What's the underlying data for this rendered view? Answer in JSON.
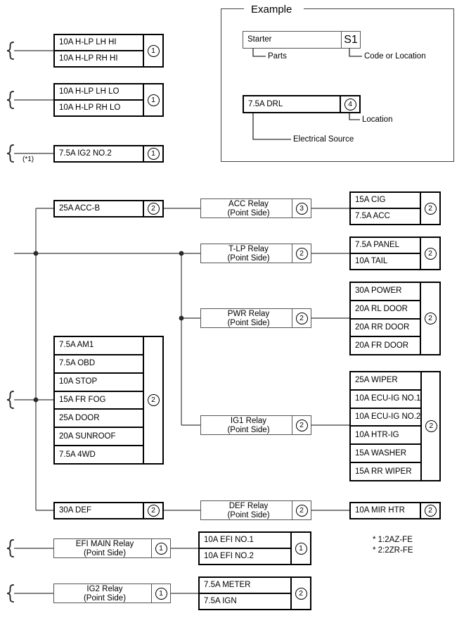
{
  "example": {
    "title": "Example",
    "parts_box": {
      "name": "Starter",
      "code": "S1"
    },
    "parts_label": "Parts",
    "code_label": "Code or Location",
    "source_box": {
      "name": "7.5A DRL",
      "code": "4"
    },
    "location_label": "Location",
    "source_label": "Electrical Source"
  },
  "top_groups": [
    {
      "id": "hlp-hi",
      "code": "1",
      "fuses": [
        "10A H-LP LH HI",
        "10A H-LP RH HI"
      ]
    },
    {
      "id": "hlp-lo",
      "code": "1",
      "fuses": [
        "10A H-LP LH LO",
        "10A H-LP RH LO"
      ]
    },
    {
      "id": "ig2-no2",
      "code": "1",
      "annotation": "(*1)",
      "fuses": [
        "7.5A IG2 NO.2"
      ]
    }
  ],
  "main": {
    "source_blocks": [
      {
        "id": "acc-b",
        "code": "2",
        "fuses": [
          "25A ACC-B"
        ]
      },
      {
        "id": "am1-group",
        "code": "2",
        "fuses": [
          "7.5A AM1",
          "7.5A OBD",
          "10A STOP",
          "15A FR FOG",
          "25A DOOR",
          "20A SUNROOF",
          "7.5A 4WD"
        ]
      },
      {
        "id": "def",
        "code": "2",
        "fuses": [
          "30A DEF"
        ]
      }
    ],
    "relays": [
      {
        "id": "acc-relay",
        "name": "ACC Relay",
        "sub": "(Point Side)",
        "code": "3"
      },
      {
        "id": "tlp-relay",
        "name": "T-LP Relay",
        "sub": "(Point Side)",
        "code": "2"
      },
      {
        "id": "pwr-relay",
        "name": "PWR Relay",
        "sub": "(Point Side)",
        "code": "2"
      },
      {
        "id": "ig1-relay",
        "name": "IG1 Relay",
        "sub": "(Point Side)",
        "code": "2"
      },
      {
        "id": "def-relay",
        "name": "DEF Relay",
        "sub": "(Point Side)",
        "code": "2"
      }
    ],
    "load_blocks": [
      {
        "id": "acc-loads",
        "code": "2",
        "fuses": [
          "15A CIG",
          "7.5A ACC"
        ]
      },
      {
        "id": "tlp-loads",
        "code": "2",
        "fuses": [
          "7.5A PANEL",
          "10A TAIL"
        ]
      },
      {
        "id": "pwr-loads",
        "code": "2",
        "fuses": [
          "30A POWER",
          "20A RL DOOR",
          "20A RR DOOR",
          "20A FR DOOR"
        ]
      },
      {
        "id": "ig1-loads",
        "code": "2",
        "fuses": [
          "25A WIPER",
          "10A ECU-IG NO.1",
          "10A ECU-IG NO.2",
          "10A HTR-IG",
          "15A WASHER",
          "15A RR WIPER"
        ]
      },
      {
        "id": "def-loads",
        "code": "2",
        "fuses": [
          "10A MIR HTR"
        ]
      }
    ]
  },
  "bottom_rows": [
    {
      "id": "efi-main",
      "relay": {
        "name": "EFI MAIN Relay",
        "sub": "(Point Side)",
        "code": "1"
      },
      "loads": {
        "code": "1",
        "fuses": [
          "10A EFI NO.1",
          "10A EFI NO.2"
        ]
      }
    },
    {
      "id": "ig2",
      "relay": {
        "name": "IG2 Relay",
        "sub": "(Point Side)",
        "code": "1"
      },
      "loads": {
        "code": "2",
        "fuses": [
          "7.5A METER",
          "7.5A IGN"
        ]
      }
    }
  ],
  "footnotes": [
    "* 1:2AZ-FE",
    "* 2:2ZR-FE"
  ]
}
